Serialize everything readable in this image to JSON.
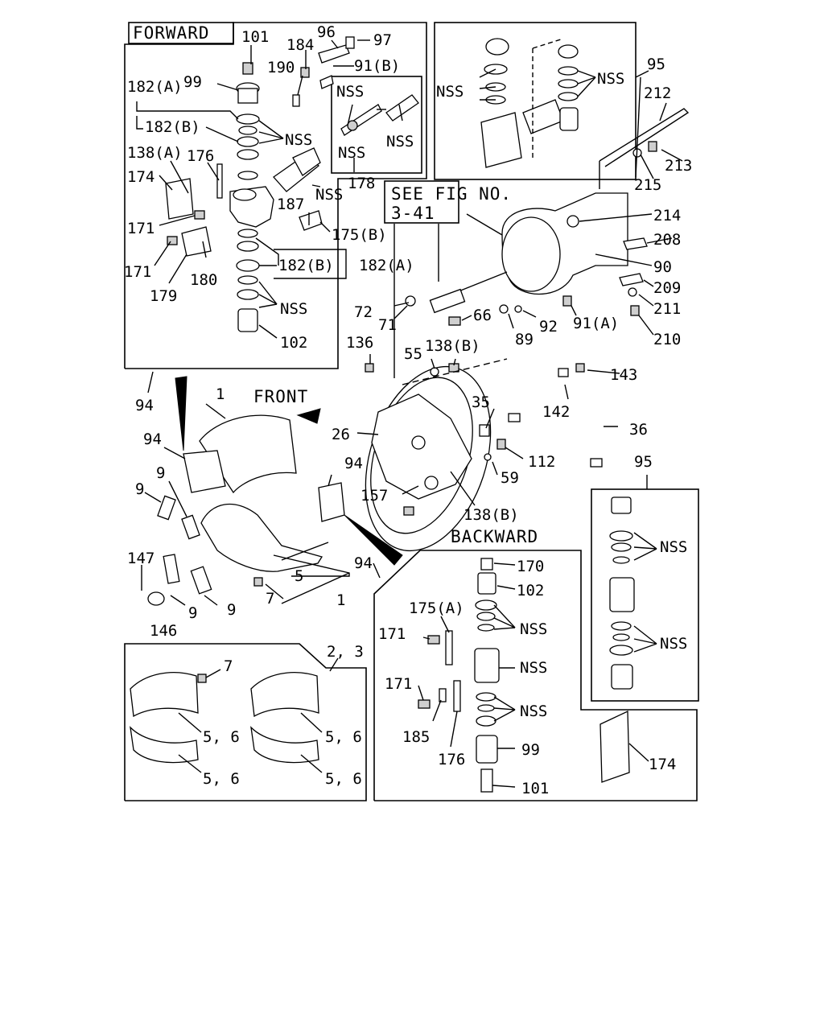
{
  "headers": {
    "forward": "FORWARD",
    "backward": "BACKWARD",
    "front": "FRONT",
    "see_fig": "SEE FIG NO.",
    "see_fig_no": "3-41"
  },
  "callouts": {
    "c101a": "101",
    "c184": "184",
    "c96": "96",
    "c97": "97",
    "c190": "190",
    "c91b": "91(B)",
    "c182a_top": "182(A)",
    "c99a": "99",
    "c182b_top": "182(B)",
    "nss1": "NSS",
    "c138a": "138(A)",
    "c176a": "176",
    "c174a": "174",
    "nss2": "NSS",
    "c171a": "171",
    "c187": "187",
    "c175b": "175(B)",
    "c171b": "171",
    "c180": "180",
    "c182b_mid": "182(B)",
    "c182a_mid": "182(A)",
    "c179": "179",
    "nss3": "NSS",
    "c102a": "102",
    "nss_kit1": "NSS",
    "nss_kit2": "NSS",
    "nss_kit3": "NSS",
    "c178": "178",
    "nss_tr1": "NSS",
    "nss_tr2": "NSS",
    "c95a": "95",
    "c212": "212",
    "c213": "213",
    "c215": "215",
    "c214": "214",
    "c208": "208",
    "c90": "90",
    "c209": "209",
    "c211": "211",
    "c210": "210",
    "c72": "72",
    "c71": "71",
    "c66": "66",
    "c89": "89",
    "c92": "92",
    "c91a": "91(A)",
    "c136": "136",
    "c55": "55",
    "c138b_top": "138(B)",
    "c143": "143",
    "c94a": "94",
    "c1a": "1",
    "c35": "35",
    "c142": "142",
    "c36": "36",
    "c94b": "94",
    "c26": "26",
    "c112": "112",
    "c9a": "9",
    "c9b": "9",
    "c94c": "94",
    "c59": "59",
    "c95b": "95",
    "c157": "157",
    "c138b_bot": "138(B)",
    "nss_r1": "NSS",
    "c147": "147",
    "c5a": "5",
    "c7a": "7",
    "c1b": "1",
    "c9c": "9",
    "c9d": "9",
    "c146": "146",
    "c94d": "94",
    "nss_r2": "NSS",
    "c170": "170",
    "c102b": "102",
    "c175a": "175(A)",
    "nss_b1": "NSS",
    "c171c": "171",
    "nss_b2": "NSS",
    "c171d": "171",
    "nss_b3": "NSS",
    "c185": "185",
    "c176b": "176",
    "c99b": "99",
    "c101b": "101",
    "c174b": "174",
    "c23": "2, 3",
    "c7b": "7",
    "c56a": "5, 6",
    "c56b": "5, 6",
    "c56c": "5, 6",
    "c56d": "5, 6"
  }
}
